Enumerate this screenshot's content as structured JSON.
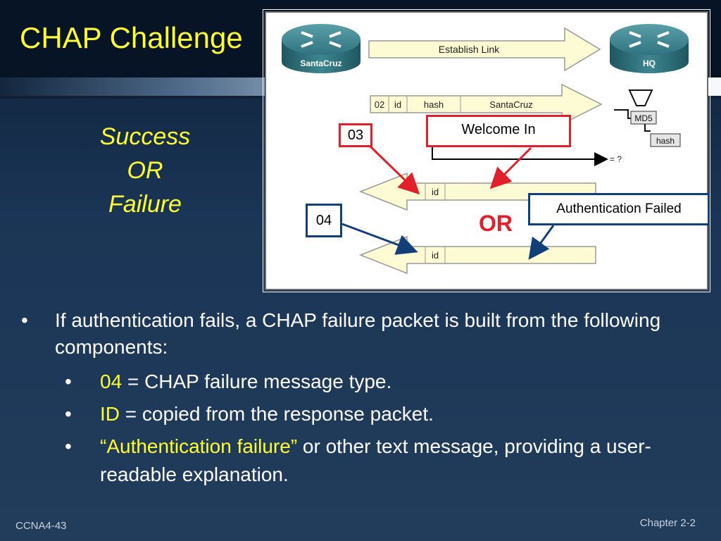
{
  "slide": {
    "title": "CHAP Challenge",
    "side_lines": [
      "Success",
      "OR",
      "Failure"
    ],
    "footer_left": "CCNA4-43",
    "footer_right": "Chapter 2-2"
  },
  "diagram": {
    "router_left": "SantaCruz",
    "router_right": "HQ",
    "establish_label": "Establish Link",
    "packet_fields": [
      "02",
      "id",
      "hash",
      "SantaCruz"
    ],
    "md5_label": "MD5",
    "hash_label": "hash",
    "compare_label": "= ?",
    "id_label_top": "id",
    "id_label_bottom": "id",
    "or_label": "OR",
    "callout_03": "03",
    "callout_welcome": "Welcome In",
    "callout_04": "04",
    "callout_failed": "Authentication Failed",
    "colors": {
      "red": "#e0202a",
      "blue": "#123f78",
      "packet_fill": "#fdfbd4",
      "router": "#2b6e78"
    }
  },
  "bullets": {
    "main": "If authentication fails, a CHAP failure packet is built from the following components:",
    "items": [
      {
        "key": "04",
        "rest": " = CHAP failure message type."
      },
      {
        "key": "ID",
        "rest": " = copied from the response packet."
      },
      {
        "key": "“Authentication failure”",
        "rest": " or other text message, providing a user-readable explanation."
      }
    ],
    "bullet_char": "•"
  }
}
